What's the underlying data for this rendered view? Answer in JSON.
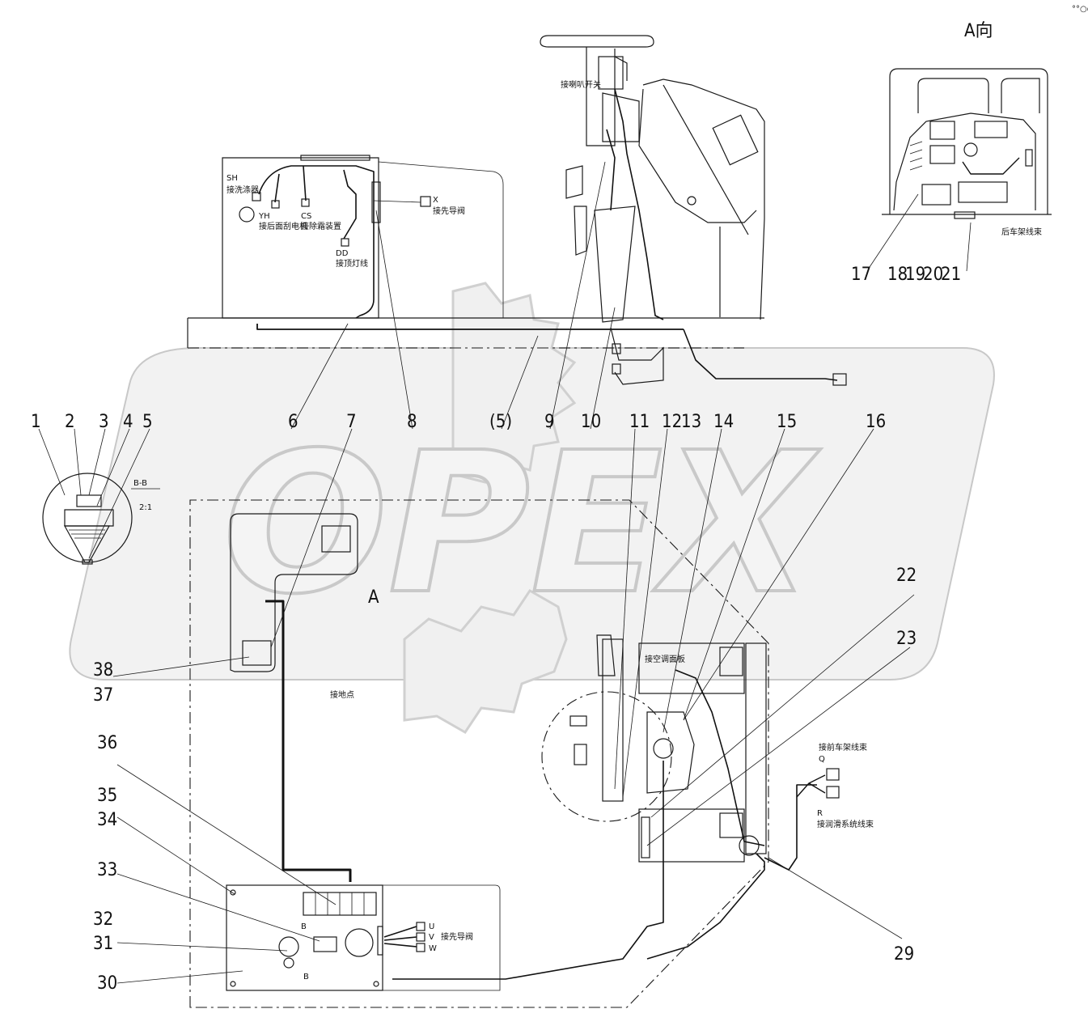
{
  "view_label_top": "A向",
  "corner_mark": "°°○○○",
  "section_label": "B-B",
  "section_scale": "2:1",
  "view_marker_a": "A",
  "section_marker_b": "B",
  "watermark": "OPEX",
  "balloons": [
    "1",
    "2",
    "3",
    "4",
    "5",
    "6",
    "7",
    "8",
    "(5)",
    "9",
    "10",
    "11",
    "12",
    "13",
    "14",
    "15",
    "16",
    "17",
    "18",
    "19",
    "20",
    "21",
    "22",
    "23",
    "29",
    "30",
    "31",
    "32",
    "33",
    "34",
    "35",
    "36",
    "37",
    "38"
  ],
  "connectors": {
    "sh_code": "SH",
    "sh_text": "接洗涤器",
    "yh_code": "YH",
    "yh_text": "接后面刮电机",
    "cs_code": "CS",
    "cs_text": "接除霜装置",
    "dd_code": "DD",
    "dd_text": "接顶灯线",
    "x_code": "X",
    "x_text": "接先导阀",
    "horn_switch": "接喇叭开关",
    "rear_frame_harness": "后车架线束",
    "ground_point": "接地点",
    "ac_panel": "接空调面板",
    "front_frame_code": "Q",
    "front_frame_text": "接前车架线束",
    "lube_code": "R",
    "lube_text": "接润滑系统线束",
    "u_code": "U",
    "v_code": "V",
    "w_code": "W",
    "uvw_text": "接先导阀"
  }
}
